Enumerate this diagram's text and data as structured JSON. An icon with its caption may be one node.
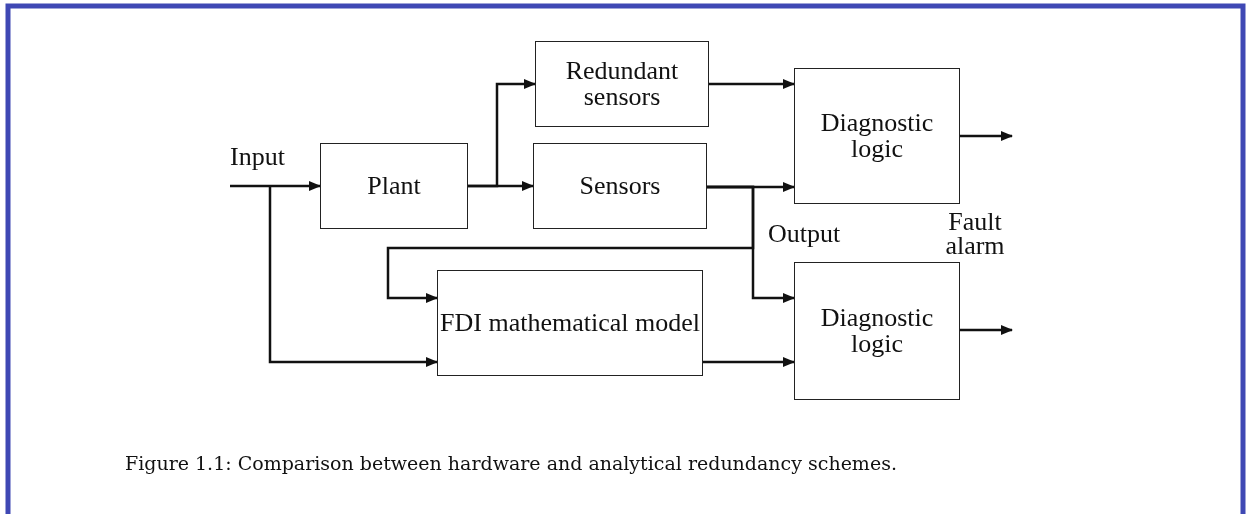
{
  "diagram": {
    "caption": "Figure 1.1: Comparison between hardware and analytical redundancy schemes.",
    "nodes": [
      {
        "text": [
          "Plant"
        ]
      },
      {
        "text": [
          "Redundant sensors"
        ]
      },
      {
        "text": [
          "Sensors"
        ]
      },
      {
        "text": [
          "Diagnostic logic"
        ]
      },
      {
        "text": [
          "FDI mathematical model"
        ]
      },
      {
        "text": [
          "Diagnostic logic"
        ]
      }
    ],
    "edges": [
      {
        "from": null,
        "to": 0,
        "arrow": "to"
      },
      {
        "from": 0,
        "to": 1,
        "arrow": "to"
      },
      {
        "from": 0,
        "to": 2,
        "arrow": "to"
      },
      {
        "from": 1,
        "to": 3,
        "arrow": "to"
      },
      {
        "from": 2,
        "to": 3,
        "arrow": "to"
      },
      {
        "from": 2,
        "to": 4,
        "arrow": "to"
      },
      {
        "from": 2,
        "to": 5,
        "arrow": "to"
      },
      {
        "from": null,
        "to": 4,
        "arrow": "to"
      },
      {
        "from": 4,
        "to": 5,
        "arrow": "to"
      },
      {
        "from": 3,
        "to": null,
        "arrow": "to"
      },
      {
        "from": 5,
        "to": null,
        "arrow": "to"
      }
    ],
    "labels": [
      "Input",
      "Output",
      "Fault alarm"
    ]
  }
}
